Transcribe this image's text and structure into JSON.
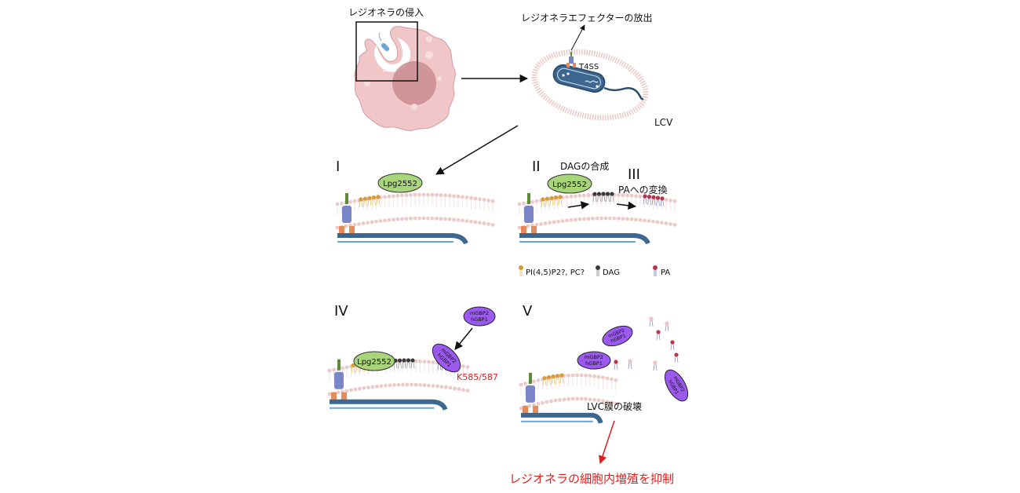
{
  "top": {
    "invasion_label": "レジオネラの侵入",
    "effector_label": "レジオネラエフェクターの放出",
    "t4ss_label": "T4SS",
    "lcv_label": "LCV"
  },
  "panels": {
    "I": {
      "numeral": "I",
      "enzyme": "Lpg2552"
    },
    "II": {
      "numeral": "II",
      "enzyme": "Lpg2552",
      "step_label": "DAGの合成"
    },
    "III": {
      "numeral": "III",
      "step_label": "PAへの変換"
    },
    "IV": {
      "numeral": "IV",
      "enzyme": "Lpg2552",
      "gbp_free": [
        "mGBP2",
        "hGBP1"
      ],
      "gbp_bound": [
        "mGBP2",
        "hGBP1"
      ],
      "residue_label": "K585/587"
    },
    "V": {
      "numeral": "V",
      "gbp_a": [
        "mGBP2",
        "hGBP1"
      ],
      "gbp_b": [
        "mGBP2",
        "hGBP1"
      ],
      "gbp_c": [
        "mGBP2",
        "hGBP1"
      ],
      "rupture_label": "LVC膜の破壊"
    }
  },
  "legend": {
    "items": [
      {
        "label": "PI(4,5)P2?, PC?",
        "color": "#d99a3a"
      },
      {
        "label": "DAG",
        "color": "#3a3a3a"
      },
      {
        "label": "PA",
        "color": "#b2334a"
      }
    ]
  },
  "conclusion": {
    "label": "レジオネラの細胞内増殖を抑制",
    "color": "#e02020"
  },
  "colors": {
    "membrane": "#eccaca",
    "enzyme_fill": "#a8d47a",
    "gbp_fill": "#9b59f0",
    "bacterium": "#3d6790",
    "cell": "#f0c6c8"
  }
}
